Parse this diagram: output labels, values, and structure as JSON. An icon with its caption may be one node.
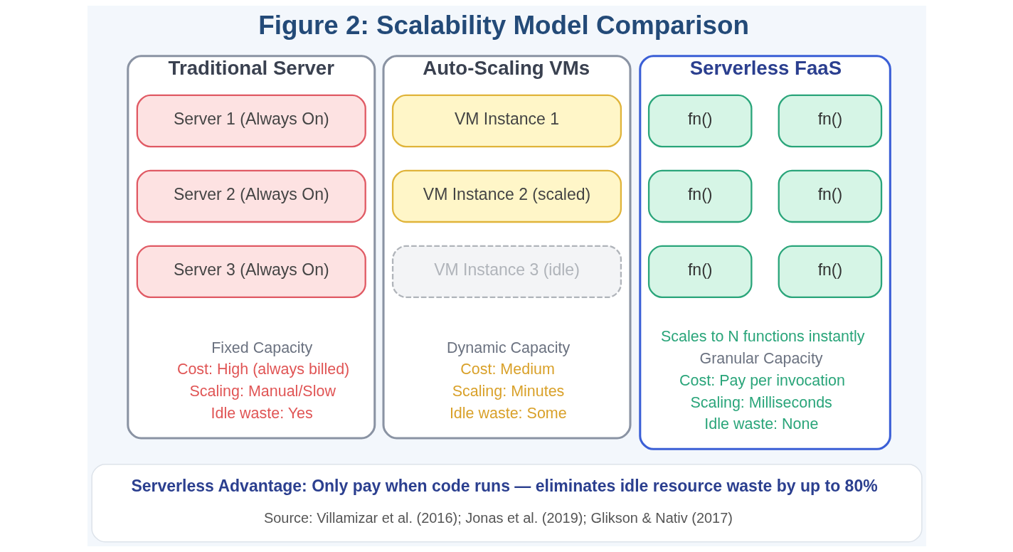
{
  "diagram": {
    "title": "Figure 2: Scalability Model Comparison",
    "nodes": [
      {
        "text": [
          "Traditional Server",
          "Fixed Capacity",
          "Cost: High (always billed)",
          "Scaling: Manual/Slow",
          "Idle waste: Yes"
        ]
      },
      {
        "text": [
          "Server 1 (Always On)"
        ],
        "in": 0
      },
      {
        "text": [
          "Server 2 (Always On)"
        ],
        "in": 0
      },
      {
        "text": [
          "Server 3 (Always On)"
        ],
        "in": 0
      },
      {
        "text": [
          "Auto-Scaling VMs",
          "Dynamic Capacity",
          "Cost: Medium",
          "Scaling: Minutes",
          "Idle waste: Some"
        ]
      },
      {
        "text": [
          "VM Instance 1"
        ],
        "in": 4
      },
      {
        "text": [
          "VM Instance 2 (scaled)"
        ],
        "in": 4
      },
      {
        "text": [
          "VM Instance 3 (idle)"
        ],
        "in": 4
      },
      {
        "text": [
          "Serverless FaaS",
          "Scales to N functions instantly",
          "Granular Capacity",
          "Cost: Pay per invocation",
          "Scaling: Milliseconds",
          "Idle waste: None"
        ]
      },
      {
        "text": [
          "fn()"
        ],
        "in": 8
      },
      {
        "text": [
          "fn()"
        ],
        "in": 8
      },
      {
        "text": [
          "fn()"
        ],
        "in": 8
      },
      {
        "text": [
          "fn()"
        ],
        "in": 8
      },
      {
        "text": [
          "fn()"
        ],
        "in": 8
      },
      {
        "text": [
          "fn()"
        ],
        "in": 8
      },
      {
        "text": [
          "Serverless Advantage: Only pay when code runs — eliminates idle resource waste by up to 80%",
          "Source: Villamizar et al. (2016); Jonas et al. (2019); Glikson & Nativ (2017)"
        ]
      }
    ],
    "edges": []
  }
}
